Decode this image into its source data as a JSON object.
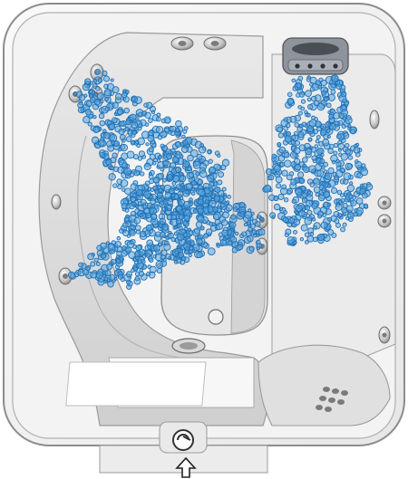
{
  "diagram": {
    "kind": "spa-tub-top-view-jet-layout",
    "colors": {
      "shell": "#f2f2f2",
      "shell_inner": "#e2e2e2",
      "outline": "#8c8c8c",
      "seat": "#d6d6d6",
      "bubble_stroke": "#1f6fb5",
      "bubble_fill": "#5aa5dc",
      "bubble_highlight": "#ffffff",
      "jet_metal": "#b9b9b9",
      "waterfall_panel": "#8d949c",
      "arrow": "#222222"
    },
    "icons": [
      "jet-icon",
      "waterfall-icon",
      "control-knob-icon",
      "filter-icon",
      "drain-icon",
      "pillow-icon",
      "up-arrow-icon"
    ],
    "bubble_streams": [
      {
        "name": "upper-left-jets"
      },
      {
        "name": "lounge-center-jets"
      },
      {
        "name": "waterfall-curtain"
      }
    ]
  }
}
